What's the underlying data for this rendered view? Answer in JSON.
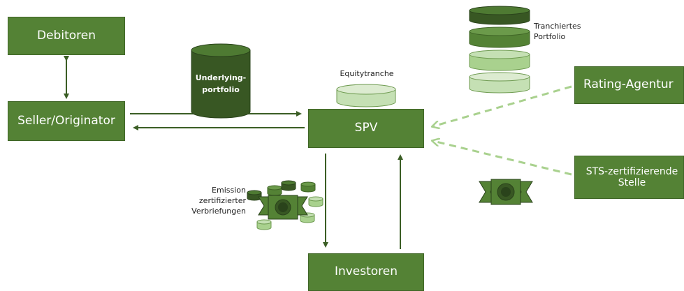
{
  "nodes": {
    "debitoren": "Debitoren",
    "seller": "Seller/Originator",
    "spv": "SPV",
    "investoren": "Investoren",
    "rating": "Rating-Agentur",
    "sts": "STS-zertifizierende Stelle"
  },
  "labels": {
    "underlying": "Underlying-portfolio",
    "equity": "Equitytranche",
    "tranchiert": "Tranchiertes Portfolio",
    "emission": "Emission zertifizierter Verbriefungen"
  },
  "colors": {
    "box": "#548235",
    "dark_cylinder": "#385723",
    "light_cylinder": "#c5e0b4",
    "dashed_arrow": "#a9d18e",
    "arrow": "#3b5e25"
  },
  "icons": [
    "certificate-icon",
    "cylinder-icon"
  ]
}
